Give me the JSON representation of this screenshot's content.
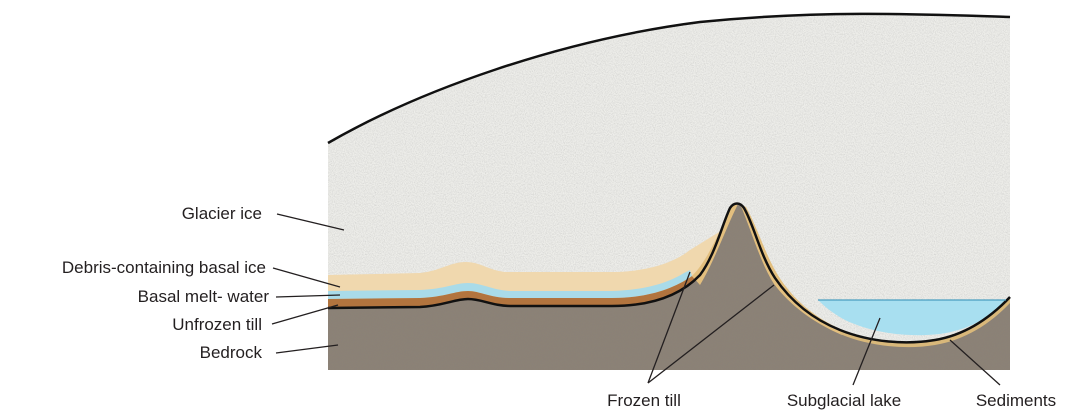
{
  "labels": {
    "glacier_ice": "Glacier ice",
    "debris_basal_ice": "Debris-containing basal ice",
    "basal_meltwater": "Basal melt- water",
    "unfrozen_till": "Unfrozen till",
    "bedrock": "Bedrock",
    "frozen_till": "Frozen till",
    "subglacial_lake": "Subglacial lake",
    "sediments": "Sediments"
  },
  "colors": {
    "glacier_ice": "#eeeeea",
    "debris_basal_ice": "#f0d8ae",
    "basal_meltwater": "#a9dbe9",
    "unfrozen_till": "#b2743e",
    "frozen_till": "#e3bf7e",
    "bedrock": "#8c8276",
    "subglacial_lake": "#a8dff0",
    "sediments": "#d9b87a",
    "outline": "#111111"
  }
}
